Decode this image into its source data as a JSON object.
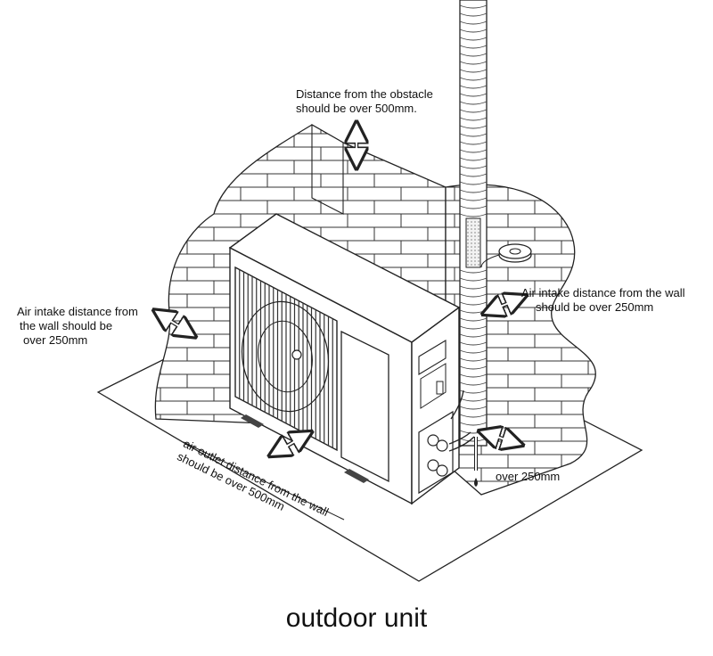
{
  "diagram": {
    "title": "outdoor unit",
    "labels": {
      "top_obstacle_line1": "Distance from the obstacle",
      "top_obstacle_line2": "should be over 500mm.",
      "left_intake_line1": "Air intake distance from",
      "left_intake_line2": "the wall should be",
      "left_intake_line3": "over 250mm",
      "right_intake_line1": "Air intake distance from  the wall",
      "right_intake_line2": "should be over 250mm",
      "outlet_line1": "air outlet distance from the wall",
      "outlet_line2": "should be over 500mm",
      "side_clearance": "over 250mm"
    },
    "colors": {
      "line": "#222222",
      "background": "#ffffff",
      "insulation": "#cfcfcf"
    }
  }
}
